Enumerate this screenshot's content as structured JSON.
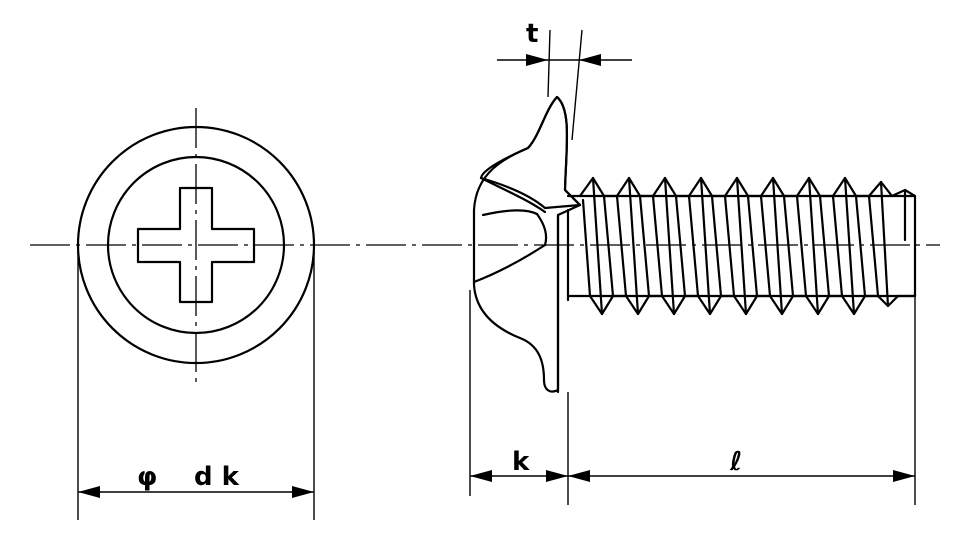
{
  "labels": {
    "thickness": "t",
    "head_diameter_symbol": "φ",
    "head_diameter": "d k",
    "head_height": "k",
    "length": "ℓ"
  },
  "colors": {
    "line": "#000000",
    "background": "#ffffff"
  }
}
